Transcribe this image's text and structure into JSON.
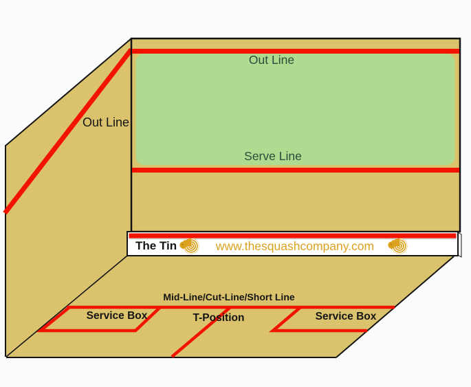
{
  "colors": {
    "background": "#FAFBFB",
    "court-tan": "#DBC26D",
    "front-wall-green": "#AEDB8F",
    "line-red": "#F21300",
    "edge-black": "#141414",
    "wall-text-green": "#2B4A3C",
    "brand-gold": "#DCA21F",
    "tin-white": "#FFFFFF"
  },
  "side_wall": {
    "out_line_label": "Out Line"
  },
  "front_wall": {
    "out_line_label": "Out Line",
    "serve_line_label": "Serve Line"
  },
  "tin": {
    "label": "The Tin",
    "website": "www.thesquashcompany.com"
  },
  "floor": {
    "mid_line_label": "Mid-Line/Cut-Line/Short Line",
    "service_box_left_label": "Service Box",
    "t_position_label": "T-Position",
    "service_box_right_label": "Service Box"
  }
}
